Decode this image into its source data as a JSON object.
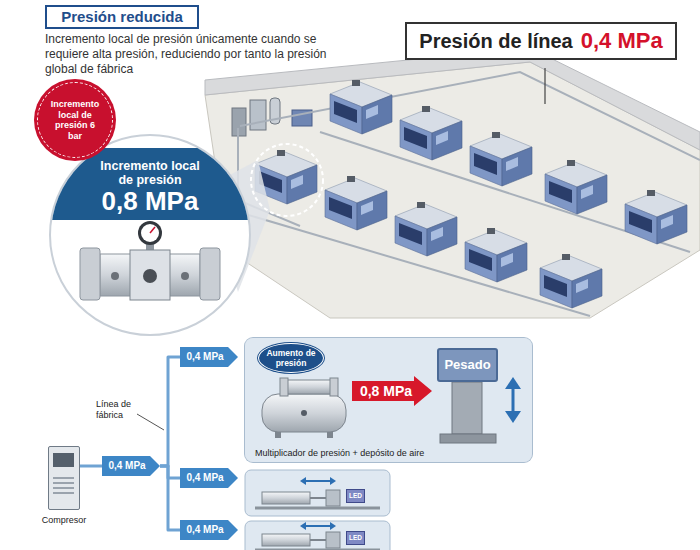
{
  "diagram": {
    "nodes": [
      {
        "text": [
          "Presión reducida"
        ]
      },
      {
        "text": [
          "Presión de línea",
          "0,4 MPa"
        ]
      },
      {
        "text": [
          "Incremento local de presión 6 bar"
        ]
      },
      {
        "text": [
          "Incremento local de presión",
          "0,8 MPa"
        ]
      },
      {
        "text": [
          "0,4 MPa"
        ]
      },
      {
        "text": [
          "Multiplicador de presión + depósito de aire"
        ]
      },
      {
        "text": [
          "Aumento de presión"
        ],
        "in": 5
      },
      {
        "text": [
          "0,8 MPa"
        ],
        "in": 5
      },
      {
        "text": [
          "Pesado"
        ],
        "in": 5
      },
      {
        "text": [
          "0,4 MPa"
        ]
      },
      {
        "text": [
          "0,4 MPa"
        ]
      },
      {
        "text": [
          "LED"
        ]
      },
      {
        "text": [
          "0,4 MPa"
        ]
      },
      {
        "text": [
          "LED"
        ]
      },
      {
        "text": [
          "Compresor"
        ]
      }
    ],
    "edges": [
      {
        "from": 14,
        "to": 9,
        "arrow": "none"
      },
      {
        "from": 9,
        "to": 4,
        "arrow": "none"
      },
      {
        "from": 9,
        "to": 10,
        "arrow": "none"
      },
      {
        "from": 9,
        "to": 12,
        "arrow": "none"
      }
    ],
    "labels": [
      "Incremento local de presión únicamente cuando se requiere alta presión, reduciendo por tanto la presión global de fábrica",
      "Línea de fábrica"
    ]
  }
}
